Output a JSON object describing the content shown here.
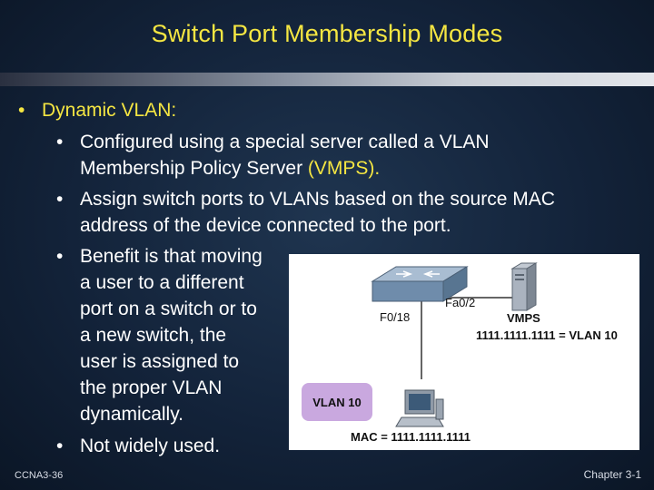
{
  "slide": {
    "title": "Switch Port Membership Modes",
    "bullet_main": "Dynamic VLAN:",
    "sub1_line1": "Configured using a special server called a VLAN",
    "sub1_line2a": "Membership Policy Server ",
    "sub1_line2b": "(VMPS).",
    "sub2_line1": "Assign switch ports to VLANs based on the source MAC",
    "sub2_line2": "address of the device connected to the port.",
    "sub3_lines": [
      "Benefit is that moving",
      "a user to a different",
      "port on a switch or to",
      "a new switch, the",
      "user is assigned to",
      "the proper VLAN",
      "dynamically."
    ],
    "sub4": "Not widely used."
  },
  "diagram": {
    "port_switch": "F0/18",
    "port_server": "Fa0/2",
    "server_label": "VMPS",
    "mapping": "1111.1111.1111 = VLAN 10",
    "vlan_badge": "VLAN 10",
    "pc_mac": "MAC = 1111.1111.1111"
  },
  "footer": {
    "left": "CCNA3-36",
    "right": "Chapter 3-1"
  },
  "colors": {
    "title": "#f5e642",
    "accent": "#f5e642",
    "vlan_badge": "#c9a8df",
    "switch": "#7f9bb8",
    "server": "#8e9aa8"
  }
}
